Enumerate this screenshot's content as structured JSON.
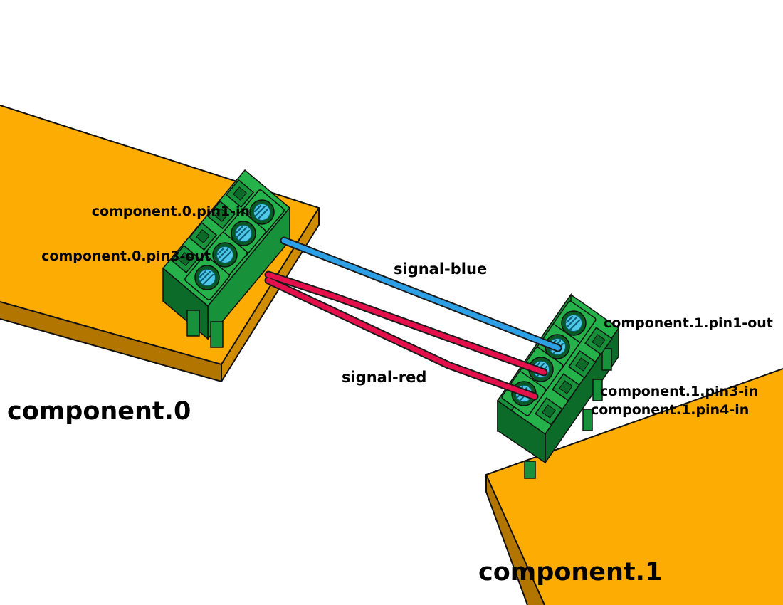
{
  "scene": {
    "component0": {
      "name": "component.0",
      "pin_labels": {
        "pin1_in": "component.0.pin1-in",
        "pin3_out": "component.0.pin3-out"
      }
    },
    "component1": {
      "name": "component.1",
      "pin_labels": {
        "pin1_out": "component.1.pin1-out",
        "pin3_in": "component.1.pin3-in",
        "pin4_in": "component.1.pin4-in"
      }
    },
    "signals": {
      "blue_label": "signal-blue",
      "red_label": "signal-red"
    },
    "colors": {
      "background": "#FFFFFF",
      "board_top": "#FCAC02",
      "board_side": "#D08C00",
      "board_side_dark": "#B27500",
      "connector_top": "#25B24B",
      "connector_mid": "#17913A",
      "connector_dark": "#0C6B29",
      "screw_ring": "#085A24",
      "screw_face": "#4EC9E8",
      "screw_hatch": "#0E5F7A",
      "wire_blue": "#2D9FE5",
      "wire_red": "#E3104B",
      "wire_outline": "#1A1A1A",
      "outline": "#101010",
      "text": "#000000"
    }
  }
}
